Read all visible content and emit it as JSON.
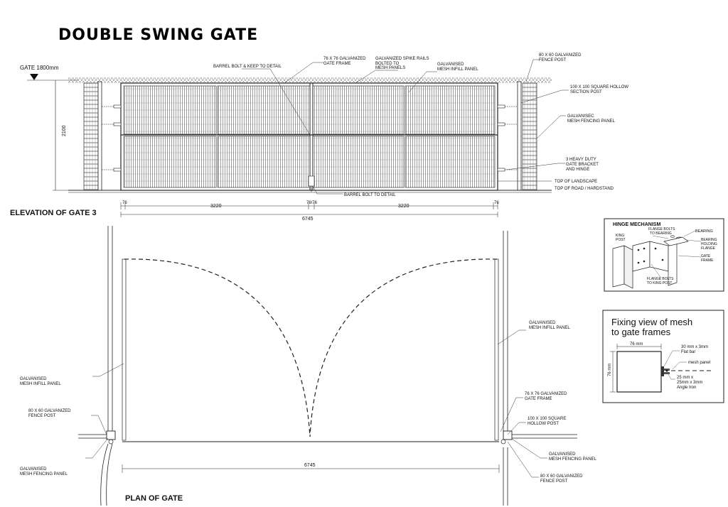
{
  "title": "DOUBLE SWING GATE",
  "elevation": {
    "gate_height_label": "GATE 1800mm",
    "height_dim": "2100",
    "heading": "ELEVATION OF GATE 3",
    "dim_left_small": "76",
    "dim_leaf_left": "3220",
    "dim_center_small": "76/76",
    "dim_leaf_right": "3220",
    "dim_right_small": "76",
    "dim_total": "6745",
    "callouts": {
      "barrel_keep": "BARREL BOLT & KEEP TO DETAIL",
      "frame_l1": "76 X 76 GALVANIZED",
      "frame_l2": "GATE FRAME",
      "spike_l1": "GALVANIZED SPIKE RAILS",
      "spike_l2": "BOLTED TO",
      "spike_l3": "MESH PANELS",
      "infill_l1": "GALVANISED",
      "infill_l2": "MESH INFILL PANEL",
      "fencepost_l1": "80 X 60 GALVANIZED",
      "fencepost_l2": "FENCE POST",
      "sqpost_l1": "100 X 100 SQUARE HOLLOW",
      "sqpost_l2": "SECTION POST",
      "fencing_l1": "GALVANISEC",
      "fencing_l2": "MESH FENCING PANEL",
      "hinge_l1": "3 HEAVY DUTY",
      "hinge_l2": "GATE BRACKET",
      "hinge_l3": "AND HINGE",
      "landscape": "TOP OF LANDSCAPE",
      "road": "TOP OF ROAD / HARDSTAND",
      "barrel_bolt": "BARREL BOLT TO DETAIL"
    }
  },
  "plan": {
    "heading": "PLAN OF GATE",
    "dim_total": "6745",
    "left_infill_l1": "GALVANISED",
    "left_infill_l2": "MESH INFILL PANEL",
    "left_post_l1": "80 X 60 GALVANIZED",
    "left_post_l2": "FENCE POST",
    "left_fencing_l1": "GALVANISED",
    "left_fencing_l2": "MESH FENCING PANEL",
    "right_infill_l1": "GALVANISED",
    "right_infill_l2": "MESH INFILL PANEL",
    "right_frame_l1": "76 X 76 GALVANIZED",
    "right_frame_l2": "GATE FRAME",
    "right_sqpost_l1": "100 X 100 SQUARE",
    "right_sqpost_l2": "HOLLOW POST",
    "right_fencing_l1": "GALVANISED",
    "right_fencing_l2": "MESH FENCING PANEL",
    "right_post_l1": "80 X 60 GALVANIZED",
    "right_post_l2": "FENCE POST"
  },
  "hinge": {
    "heading": "HINGE MECHANISM",
    "flange_bearing_l1": "FLANGE BOLTS",
    "flange_bearing_l2": "TO BEARING",
    "bearing": "BEARING",
    "king_post_l1": "KING",
    "king_post_l2": "POST",
    "holding_l1": "BEARING",
    "holding_l2": "HOLDING",
    "holding_l3": "FLANGE",
    "gate_frame_l1": "GATE",
    "gate_frame_l2": "FRAME",
    "flange_king_l1": "FLANGE BOLTS",
    "flange_king_l2": "TO KING POST"
  },
  "fixing": {
    "heading_l1": "Fixing view of mesh",
    "heading_l2": "to gate frames",
    "width_dim": "76 mm",
    "height_dim": "76 mm",
    "flat_bar_l1": "30 mm x 3mm",
    "flat_bar_l2": "Flat bar",
    "mesh_panel": "mesh panel",
    "angle_l1": "25 mm x",
    "angle_l2": "25mm x 3mm",
    "angle_l3": "Angle Iron"
  }
}
